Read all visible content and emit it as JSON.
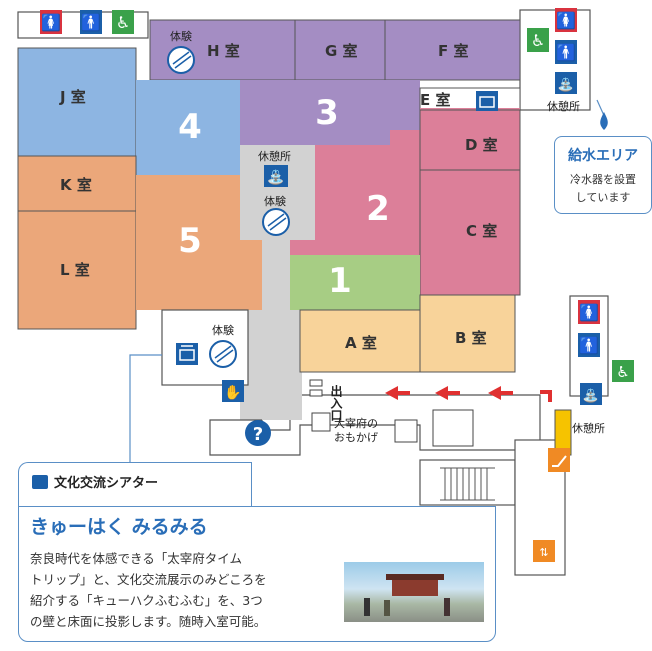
{
  "colors": {
    "room_purple": "#a48dc3",
    "room_blue": "#8db5e2",
    "room_orange": "#eba77a",
    "room_pink": "#dc7f99",
    "room_green": "#a7cd84",
    "room_tan": "#f8d39a",
    "corridor_gray": "#d0d0d0",
    "icon_blue": "#1b5fa8",
    "icon_red": "#d9333f",
    "icon_green": "#3aa14a",
    "icon_orange": "#f08a24",
    "accent_blue": "#2a6eb8",
    "arrow_red": "#e03030"
  },
  "rooms": {
    "A": "A 室",
    "B": "B 室",
    "C": "C 室",
    "D": "D 室",
    "E": "E 室",
    "F": "F 室",
    "G": "G 室",
    "H": "H 室",
    "J": "J 室",
    "K": "K 室",
    "L": "L 室"
  },
  "zones": [
    "1",
    "2",
    "3",
    "4",
    "5"
  ],
  "labels": {
    "rest_area": "休憩所",
    "experience": "体験",
    "exit_entrance": "出入口",
    "dazaifu": "大宰府の",
    "dazaifu2": "おもかげ"
  },
  "water": {
    "title": "給水エリア",
    "line1": "冷水器を設置",
    "line2": "しています"
  },
  "theater": {
    "header": "文化交流シアター",
    "title": "きゅーはく みるみる",
    "desc": [
      "奈良時代を体感できる「太宰府タイム",
      "トリップ」と、文化交流展示のみどころを",
      "紹介する「キューハクふむふむ」を、3つ",
      "の壁と床面に投影します。随時入室可能。"
    ]
  },
  "icons": [
    "restroom-female-icon",
    "restroom-male-icon",
    "accessible-icon",
    "rest-area-icon",
    "theater-icon",
    "information-icon",
    "touch-icon",
    "elevator-icon",
    "escalator-icon",
    "water-drop-icon",
    "experience-icon"
  ]
}
